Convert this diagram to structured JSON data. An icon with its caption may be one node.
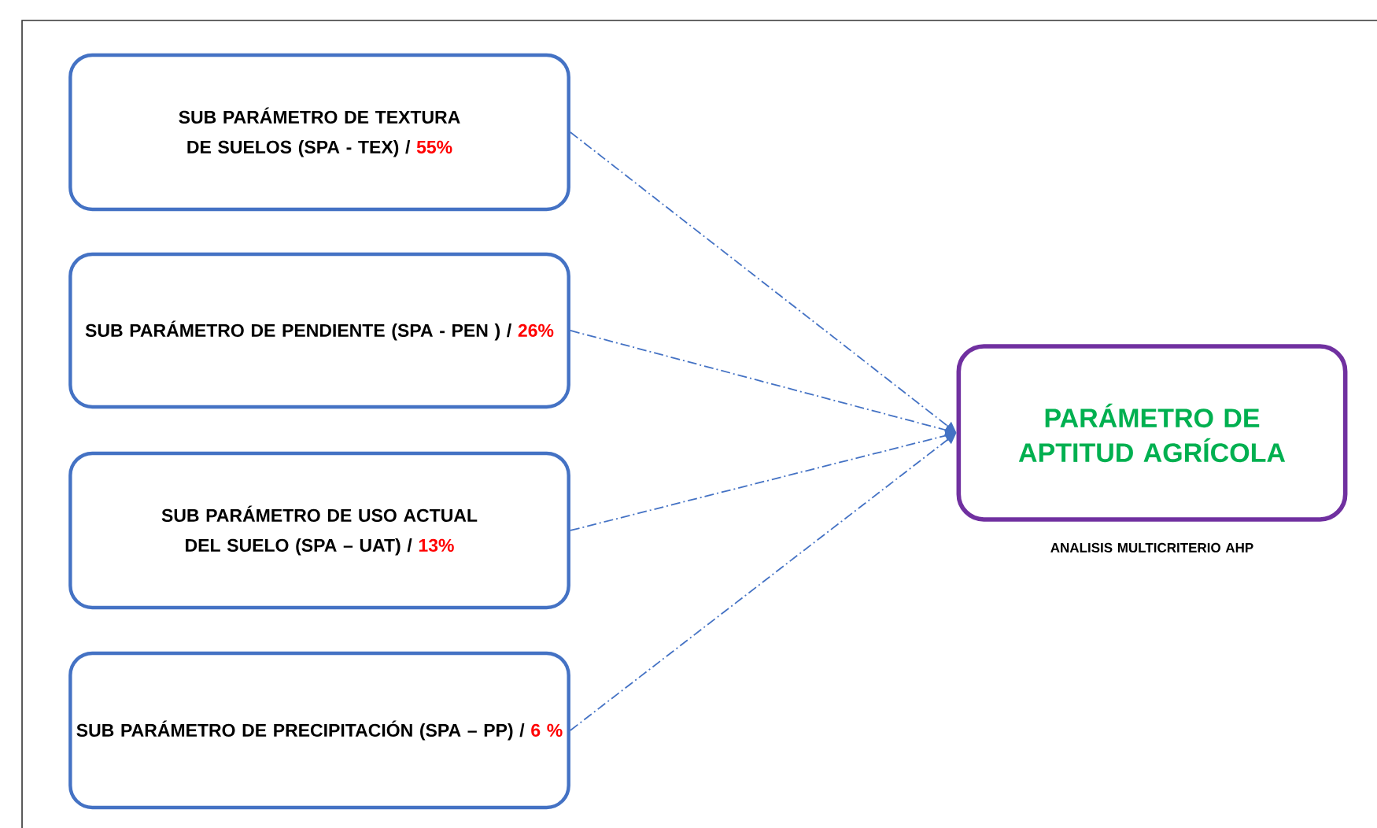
{
  "diagram": {
    "nodes": [
      {
        "text": [
          "SUB PARÁMETRO DE TEXTURA DE SUELOS (SPA - TEX) /",
          "55%"
        ]
      },
      {
        "text": [
          "SUB PARÁMETRO DE PENDIENTE (SPA - PEN ) /",
          "26%"
        ]
      },
      {
        "text": [
          "SUB PARÁMETRO DE USO ACTUAL DEL SUELO  (SPA – UAT) /",
          "13%"
        ]
      },
      {
        "text": [
          "SUB PARÁMETRO DE PRECIPITACIÓN (SPA – PP) /",
          "6 %"
        ]
      },
      {
        "text": [
          "PARÁMETRO DE APTITUD AGRÍCOLA"
        ],
        "beside": [
          "ANALISIS MULTICRITERIO AHP"
        ]
      }
    ],
    "edges": [
      {
        "from": 0,
        "to": 4,
        "arrow": "to",
        "style": "dashed"
      },
      {
        "from": 1,
        "to": 4,
        "arrow": "to",
        "style": "dashed"
      },
      {
        "from": 2,
        "to": 4,
        "arrow": "to",
        "style": "dashed"
      },
      {
        "from": 3,
        "to": 4,
        "arrow": "to",
        "style": "dashed"
      }
    ]
  }
}
